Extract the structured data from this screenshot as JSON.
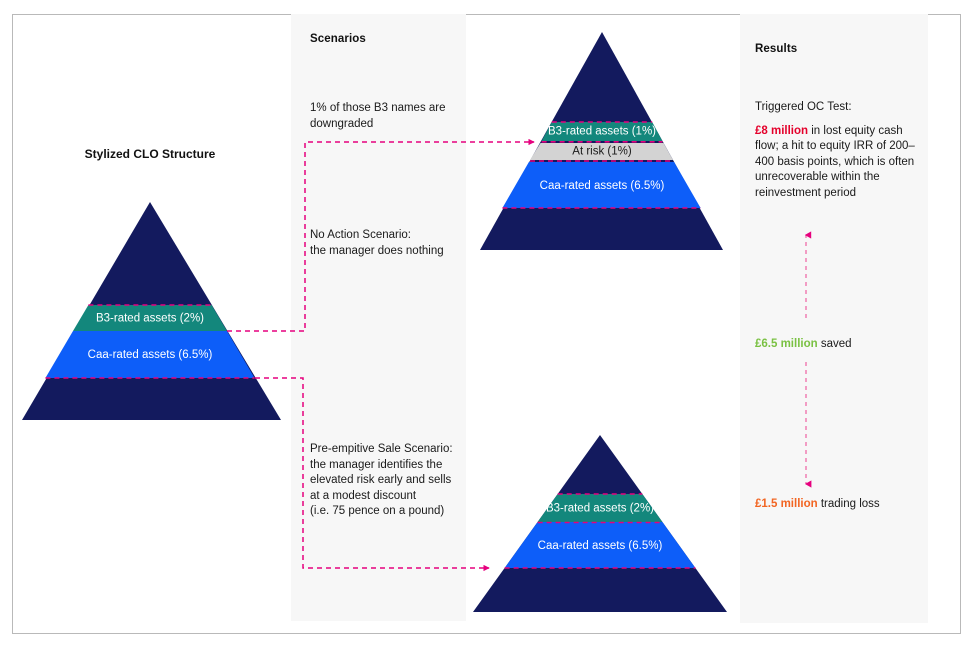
{
  "left_chart": {
    "title": "Stylized CLO Structure",
    "bands": [
      {
        "label": "B3-rated assets (2%)",
        "color": "#13877c",
        "text_color": "light"
      },
      {
        "label": "Caa-rated assets (6.5%)",
        "color": "#0d5ef9",
        "text_color": "light"
      }
    ]
  },
  "scenarios": {
    "heading": "Scenarios",
    "note_downgrade": "1% of those B3 names are\ndowngraded",
    "scenario_no_action": "No Action Scenario:\nthe manager does nothing",
    "scenario_pre_emptive": "Pre-empitive Sale Scenario:\nthe manager identifies the\nelevated risk early and sells\nat a modest discount\n(i.e. 75 pence on a pound)"
  },
  "top_chart": {
    "bands": [
      {
        "label": "B3-rated assets (1%)",
        "color": "#13877c",
        "text_color": "light"
      },
      {
        "label": "At risk (1%)",
        "color": "#d3d3d3",
        "text_color": "dark"
      },
      {
        "label": "Caa-rated assets (6.5%)",
        "color": "#0d5ef9",
        "text_color": "light"
      }
    ]
  },
  "bottom_chart": {
    "bands": [
      {
        "label": "B3-rated assets (2%)",
        "color": "#13877c",
        "text_color": "light"
      },
      {
        "label": "Caa-rated assets (6.5%)",
        "color": "#0d5ef9",
        "text_color": "light"
      }
    ]
  },
  "results": {
    "heading": "Results",
    "oc_test_label": "Triggered OC Test:",
    "loss_amount": "£8 million",
    "loss_text": " in lost equity cash flow; a hit to equity IRR of 200–400 basis points, which is often unrecoverable within the reinvestment period",
    "saved_amount": "£6.5 million",
    "saved_text": " saved",
    "trading_loss_amount": "£1.5 million",
    "trading_loss_text": " trading loss"
  },
  "colors": {
    "pyramid_body": "#131a5e",
    "teal": "#13877c",
    "blue": "#0d5ef9",
    "gray_band": "#d3d3d3",
    "connector_pink": "#e6007e",
    "panel_bg": "#f7f7f7",
    "red": "#e4002b",
    "green": "#7ac143",
    "orange": "#f26522"
  }
}
